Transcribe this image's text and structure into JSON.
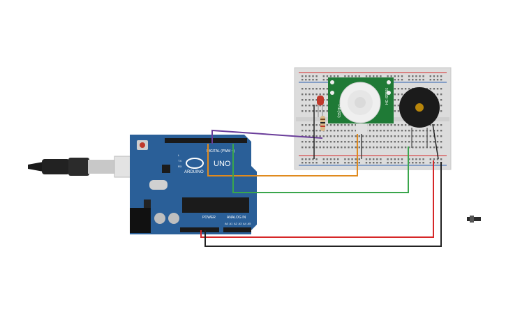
{
  "board": {
    "brand": "ARDUINO",
    "model": "UNO",
    "digital_label": "DIGITAL (PWM ~)",
    "power_label": "POWER",
    "analog_label": "ANALOG IN",
    "analog_pins": [
      "A0",
      "A1",
      "A2",
      "A3",
      "A4",
      "A5"
    ],
    "tx_label": "TX",
    "rx_label": "RX",
    "l_label": "L"
  },
  "pir": {
    "left_label": "PIR(SR)",
    "right_label": "HC-SR501"
  },
  "colors": {
    "board": "#2a5f98",
    "breadboard": "#dcdcdc",
    "wire_purple": "#6a3d9a",
    "wire_orange": "#e08a1e",
    "wire_green": "#3aa64c",
    "wire_red": "#d62728",
    "wire_black": "#222222",
    "pir_pcb": "#1f7a36",
    "led": "#c0392b",
    "buzzer": "#1b1b1b"
  }
}
